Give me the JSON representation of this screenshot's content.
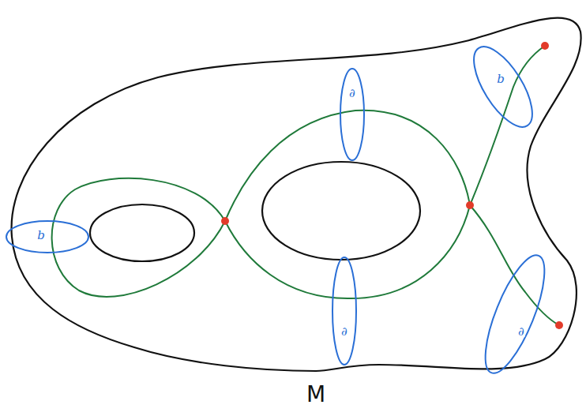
{
  "diagram": {
    "labels": [
      "b",
      "∂",
      "b",
      "∂",
      "∂",
      "M"
    ]
  }
}
